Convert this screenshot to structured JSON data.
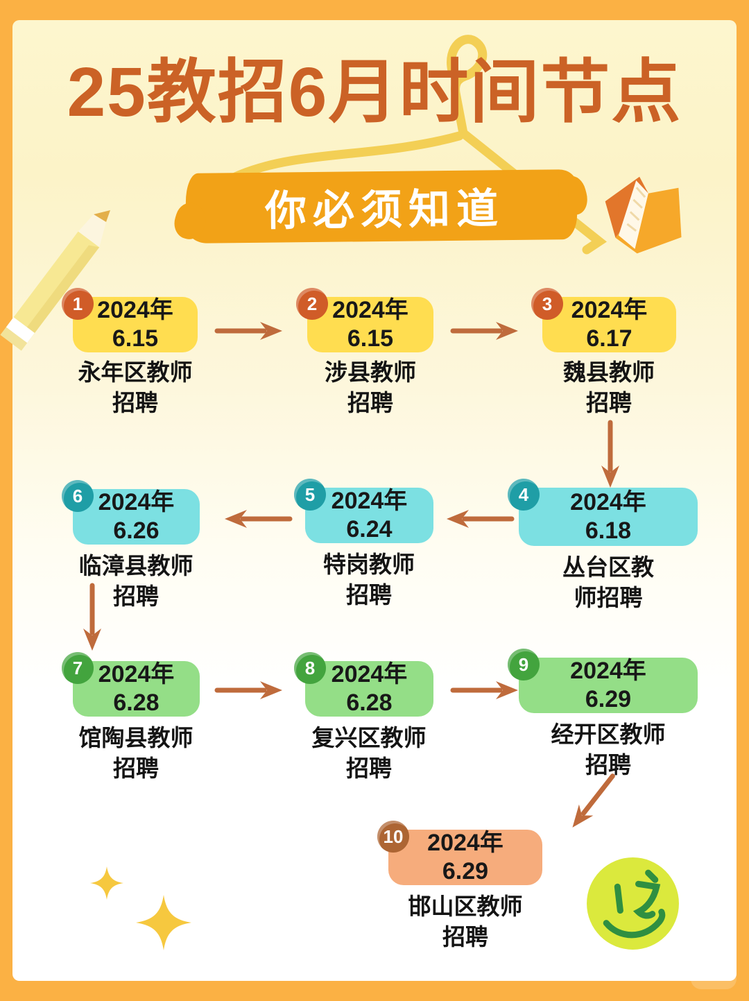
{
  "header": {
    "title": "25教招6月时间节点",
    "subtitle": "你必须知道"
  },
  "nodes": [
    {
      "num": "1",
      "date_line1": "2024年",
      "date_line2": "6.15",
      "label_line1": "永年区教师",
      "label_line2": "招聘"
    },
    {
      "num": "2",
      "date_line1": "2024年",
      "date_line2": "6.15",
      "label_line1": "涉县教师",
      "label_line2": "招聘"
    },
    {
      "num": "3",
      "date_line1": "2024年",
      "date_line2": "6.17",
      "label_line1": "魏县教师",
      "label_line2": "招聘"
    },
    {
      "num": "4",
      "date_line1": "2024年",
      "date_line2": "6.18",
      "label_line1": "丛台区教",
      "label_line2": "师招聘"
    },
    {
      "num": "5",
      "date_line1": "2024年",
      "date_line2": "6.24",
      "label_line1": "特岗教师",
      "label_line2": "招聘"
    },
    {
      "num": "6",
      "date_line1": "2024年",
      "date_line2": "6.26",
      "label_line1": "临漳县教师",
      "label_line2": "招聘"
    },
    {
      "num": "7",
      "date_line1": "2024年",
      "date_line2": "6.28",
      "label_line1": "馆陶县教师",
      "label_line2": "招聘"
    },
    {
      "num": "8",
      "date_line1": "2024年",
      "date_line2": "6.28",
      "label_line1": "复兴区教师",
      "label_line2": "招聘"
    },
    {
      "num": "9",
      "date_line1": "2024年",
      "date_line2": "6.29",
      "label_line1": "经开区教师",
      "label_line2": "招聘"
    },
    {
      "num": "10",
      "date_line1": "2024年",
      "date_line2": "6.29",
      "label_line1": "邯山区教师",
      "label_line2": "招聘"
    }
  ],
  "connections": [
    [
      1,
      2
    ],
    [
      2,
      3
    ],
    [
      3,
      4
    ],
    [
      4,
      5
    ],
    [
      5,
      6
    ],
    [
      6,
      7
    ],
    [
      7,
      8
    ],
    [
      8,
      9
    ],
    [
      9,
      10
    ]
  ],
  "colors": {
    "frame_border": "#FBB144",
    "background_top": "#FDF6CE",
    "background_bottom": "#FFFFFF",
    "title_text": "#CB6226",
    "banner_fill": "#F2A217",
    "banner_text": "#FFFFFF",
    "card_row1_yellow": "#FFDD50",
    "card_row2_cyan": "#7CE0E2",
    "card_row3_green": "#94DE87",
    "card_row4_salmon": "#F6AC7C",
    "badge_row1": "#D05C28",
    "badge_row2": "#1F9EA6",
    "badge_row3": "#43A43E",
    "badge_row4": "#AD6533",
    "arrow": "#BF6B3C",
    "card_text": "#181818",
    "smiley_fill": "#DBE93D",
    "smiley_stroke": "#2F8F41",
    "sparkle": "#F6C83F",
    "hanger_doodle": "#F3CF55",
    "pencil_body": "#F7E893",
    "book_orange": "#E2762B",
    "book_amber": "#F6A82A"
  },
  "icons": {
    "pencil-illustration": "yellow pencil doodle",
    "hanger-doodle": "yellow clothes-hanger line doodle",
    "book-illustration": "orange open book doodle",
    "sparkle-icon": "four-point star sparkle",
    "smiley-face-icon": "green hand-drawn winking smiley"
  }
}
